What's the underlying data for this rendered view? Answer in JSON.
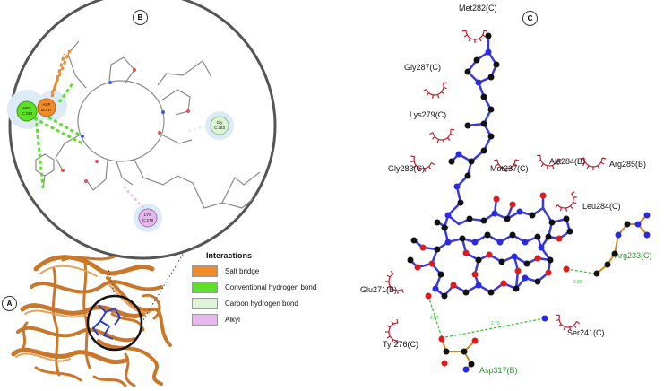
{
  "panels": {
    "a": "A",
    "b": "B",
    "c": "C"
  },
  "legend": {
    "title": "Interactions",
    "items": [
      {
        "label": "Salt bridge",
        "color": "#f08c28"
      },
      {
        "label": "Conventional hydrogen bond",
        "color": "#5de02a"
      },
      {
        "label": "Carbon hydrogen bond",
        "color": "#ddf5d6"
      },
      {
        "label": "Alkyl",
        "color": "#e7b8ee"
      }
    ]
  },
  "panel_b_residues": {
    "arg": [
      "ARG",
      "C:233"
    ],
    "asp": [
      "ASP",
      "B:317"
    ],
    "gly": [
      "Gly",
      "C:283"
    ],
    "lys": [
      "LYS",
      "C:279"
    ]
  },
  "panel_c": {
    "residues": {
      "met282": "Met282(C)",
      "gly287": "Gly287(C)",
      "lys279": "Lys279(C)",
      "gly283": "Gly283(C)",
      "met237": "Met237(C)",
      "ala284": "Ala284(B)",
      "arg285": "Arg285(B)",
      "leu284": "Leu284(C)",
      "arg233": "Arg233(C)",
      "glu271": "Glu271(B)",
      "tyr276": "Tyr276(C)",
      "ser241": "Ser241(C)",
      "asp317": "Asp317(B)"
    },
    "distances": [
      "2.89",
      "2.87",
      "2.76"
    ],
    "colors": {
      "ligand_bond": "#3a3ad6",
      "carbon": "#111111",
      "nitrogen": "#2a2ae6",
      "oxygen": "#e01b1b",
      "residue_bond": "#c98a2d",
      "hbond": "#2fbf2f",
      "hydrophobic": "#b8202f",
      "green_label": "#2a9a2a"
    }
  }
}
